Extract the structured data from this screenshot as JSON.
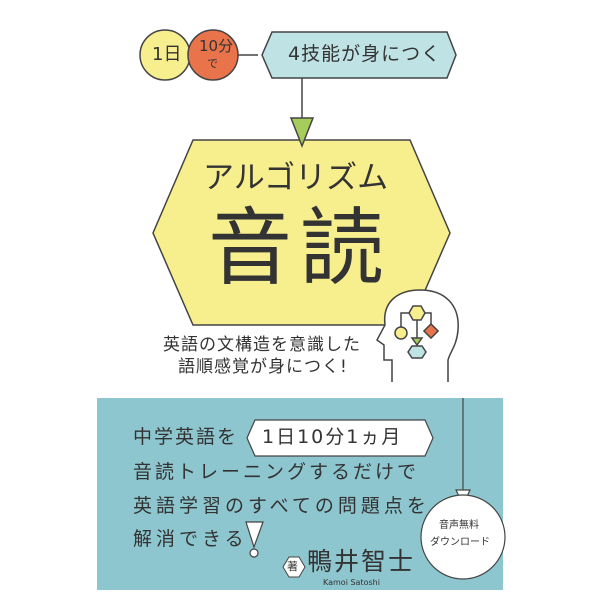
{
  "badges": {
    "day": "1日",
    "minutes": "10分",
    "de": "で"
  },
  "skills_label": "4技能が身につく",
  "title": {
    "sub": "アルゴリズム",
    "main": "音読"
  },
  "subtitle": {
    "line1": "英語の文構造を意識した",
    "line2": "語順感覚が身につく!"
  },
  "panel": {
    "line1_prefix": "中学英語を",
    "duration": "1日10分1ヵ月",
    "line2": "音読トレーニングするだけで",
    "line3": "英語学習のすべての問題点を",
    "line4": "解消できる"
  },
  "author": {
    "mark": "著",
    "name": "鴨井智士",
    "romaji": "Kamoi Satoshi"
  },
  "download": {
    "line1": "音声無料",
    "line2": "ダウンロード"
  },
  "colors": {
    "yellow": "#f7ee8e",
    "orange": "#e9734b",
    "lightblue": "#bfe2e5",
    "green": "#a6cd5b",
    "teal": "#8ec6cf"
  }
}
